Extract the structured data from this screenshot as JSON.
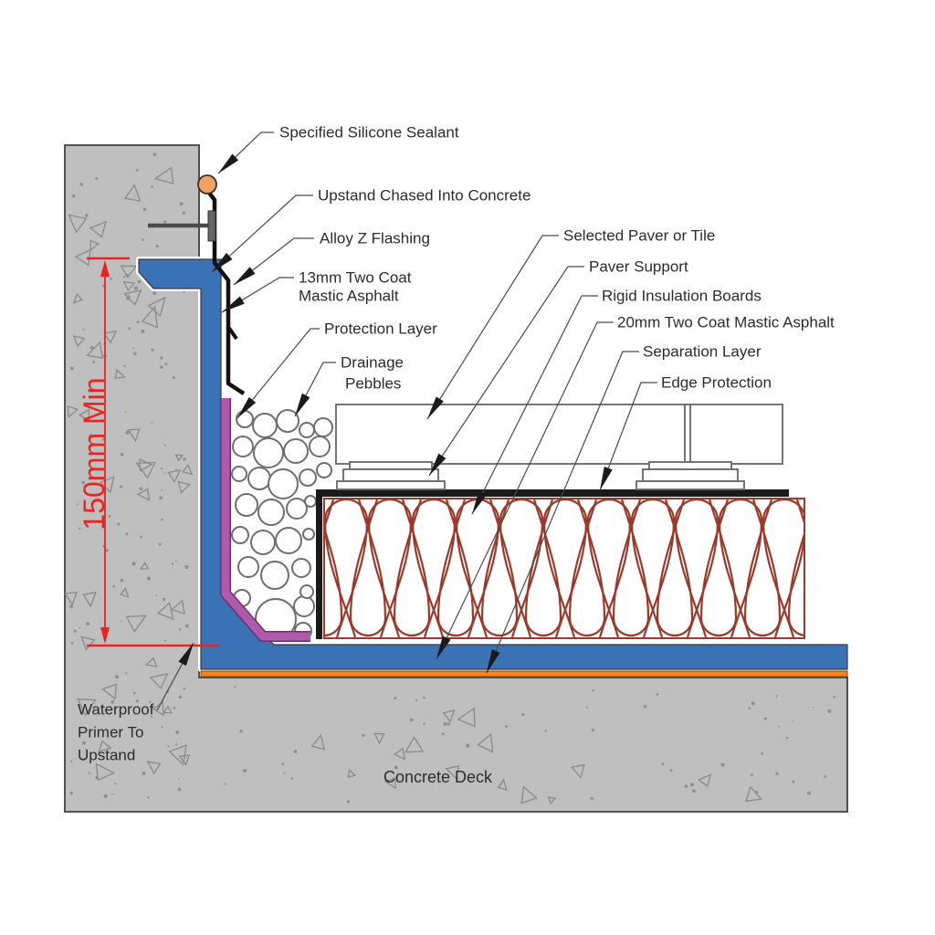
{
  "drawing": {
    "type": "construction-section-detail",
    "caption": "Concrete Deck"
  },
  "labels": {
    "silicone_sealant": "Specified Silicone Sealant",
    "upstand_chased": "Upstand Chased Into Concrete",
    "alloy_z_flashing": "Alloy Z Flashing",
    "mastic_13mm": [
      "13mm Two Coat",
      "Mastic Asphalt"
    ],
    "protection_layer": "Protection Layer",
    "drainage_pebbles": [
      "Drainage",
      "Pebbles"
    ],
    "selected_paver": "Selected Paver or Tile",
    "paver_support": "Paver Support",
    "rigid_insulation": "Rigid Insulation Boards",
    "mastic_20mm": "20mm Two Coat Mastic Asphalt",
    "separation_layer": "Separation Layer",
    "edge_protection": "Edge Protection",
    "waterproof_primer": [
      "Waterproof",
      "Primer To",
      "Upstand"
    ],
    "concrete_deck": "Concrete Deck"
  },
  "dimension": {
    "label": "150mm Min"
  },
  "palette": {
    "asphalt_blue": "#3B72B5",
    "separation_orange": "#F5831F",
    "protection_purple": "#B05AAC",
    "insulation_red": "#9A3A2C",
    "sealant_orange": "#F2A35F",
    "concrete_gray": "#BFBFBF",
    "texture_gray": "#8A8A8A",
    "dimension_red": "#EC2320",
    "line_black": "#1A1A1A",
    "label_text": "#2B2B2B",
    "leader_gray": "#4A4A4A",
    "outline_gray": "#4F4F4F"
  }
}
